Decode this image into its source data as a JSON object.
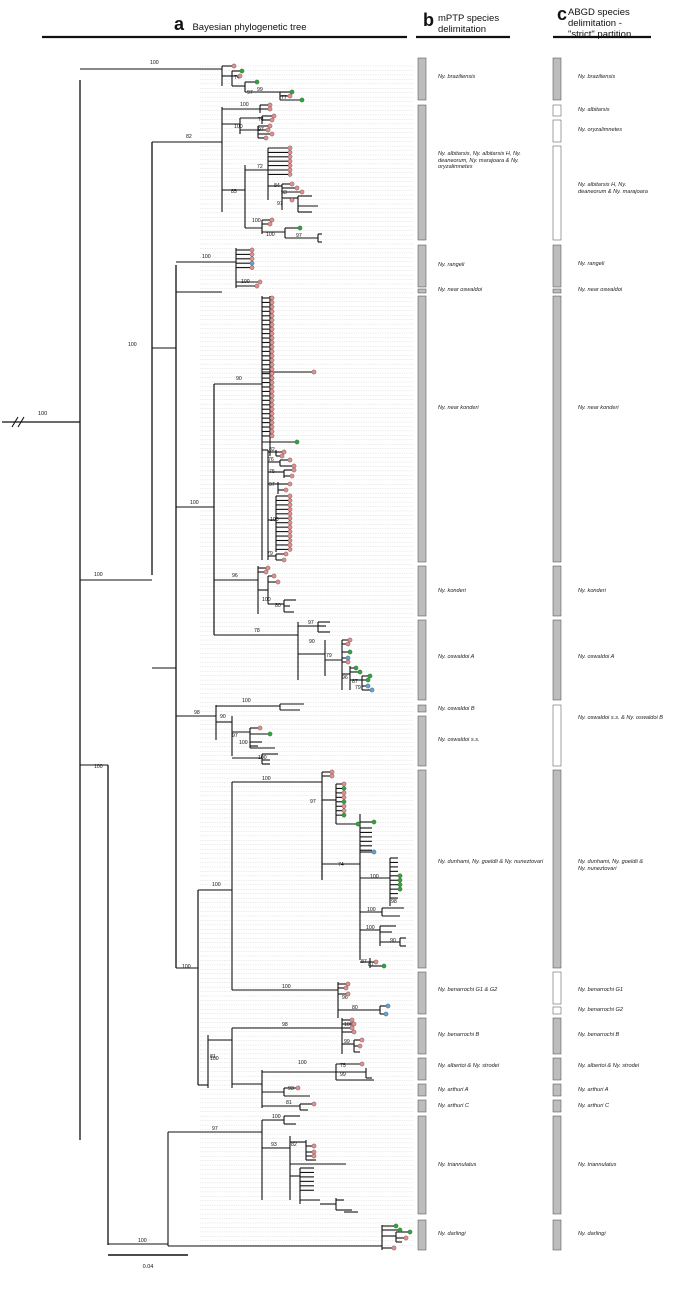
{
  "headers": {
    "a": {
      "letter": "a",
      "title": "Bayesian phylogenetic tree"
    },
    "b": {
      "letter": "b",
      "title_line1": "mPTP species",
      "title_line2": "delimitation"
    },
    "c": {
      "letter": "c",
      "title_line1": "ABGD species",
      "title_line2": "delimitation -",
      "title_line3": "\"strict\" partition"
    }
  },
  "root_support": "100",
  "scale_bar_label": "0.04",
  "support_values": [
    "100",
    "74",
    "97",
    "99",
    "77",
    "100",
    "82",
    "100",
    "74",
    "100",
    "97",
    "85",
    "72",
    "84",
    "93",
    "97",
    "100",
    "100",
    "97",
    "100",
    "100",
    "100",
    "100",
    "90",
    "82",
    "76",
    "75",
    "97",
    "100",
    "79",
    "96",
    "100",
    "80",
    "78",
    "97",
    "90",
    "79",
    "96",
    "87",
    "79",
    "98",
    "100",
    "90",
    "97",
    "100",
    "100",
    "100",
    "100",
    "100",
    "97",
    "74",
    "100",
    "98",
    "100",
    "100",
    "90",
    "87",
    "87",
    "100",
    "96",
    "80",
    "100",
    "98",
    "100",
    "99",
    "81",
    "100",
    "75",
    "99",
    "93",
    "81",
    "100",
    "100",
    "97",
    "100",
    "93",
    "82"
  ],
  "marker_colors": {
    "pink": "#e58f8f",
    "green": "#2fa83a",
    "blue": "#5fa6d6"
  },
  "mptp_labels": [
    {
      "text": "Ny. braziliensis"
    },
    {
      "text": "Ny. albitarsis, Ny. albitarsis H, Ny. deaneorum, Ny. marajoara & Ny. oryzalimnetes"
    },
    {
      "text": "Ny. rangeli"
    },
    {
      "text": "Ny. near oswaldoi"
    },
    {
      "text": "Ny. near konderi"
    },
    {
      "text": "Ny. konderi"
    },
    {
      "text": "Ny. oswaldoi A"
    },
    {
      "text": "Ny. oswaldoi B"
    },
    {
      "text": "Ny. oswaldoi s.s."
    },
    {
      "text": "Ny. dunhami, Ny. goeldii & Ny. nuneztovari"
    },
    {
      "text": "Ny. benarrochi G1 & G2"
    },
    {
      "text": "Ny. benarrochi B"
    },
    {
      "text": "Ny. albertoi & Ny. strodei"
    },
    {
      "text": "Ny. arthuri A"
    },
    {
      "text": "Ny. arthuri C"
    },
    {
      "text": "Ny. triannulatus"
    },
    {
      "text": "Ny. darlingi"
    }
  ],
  "abgd_labels": [
    {
      "text": "Ny. braziliensis"
    },
    {
      "text": "Ny. albitarsis"
    },
    {
      "text": "Ny. oryzalimnetes"
    },
    {
      "text": "Ny. albitarsis H, Ny. deaneorum & Ny. marajoara"
    },
    {
      "text": "Ny. rangeli"
    },
    {
      "text": "Ny. near oswaldoi"
    },
    {
      "text": "Ny. near konderi"
    },
    {
      "text": "Ny. konderi"
    },
    {
      "text": "Ny. oswaldoi A"
    },
    {
      "text": "Ny. oswaldoi s.s. & Ny. oswaldoi B"
    },
    {
      "text": "Ny. dunhami, Ny. goeldii & Ny. nuneztovari"
    },
    {
      "text": "Ny. benarrochi G1"
    },
    {
      "text": "Ny. benarrochi G2"
    },
    {
      "text": "Ny. benarrochi B"
    },
    {
      "text": "Ny. albertoi & Ny. strodei"
    },
    {
      "text": "Ny. arthuri A"
    },
    {
      "text": "Ny. arthuri C"
    },
    {
      "text": "Ny. triannulatus"
    },
    {
      "text": "Ny. darlingi"
    }
  ]
}
